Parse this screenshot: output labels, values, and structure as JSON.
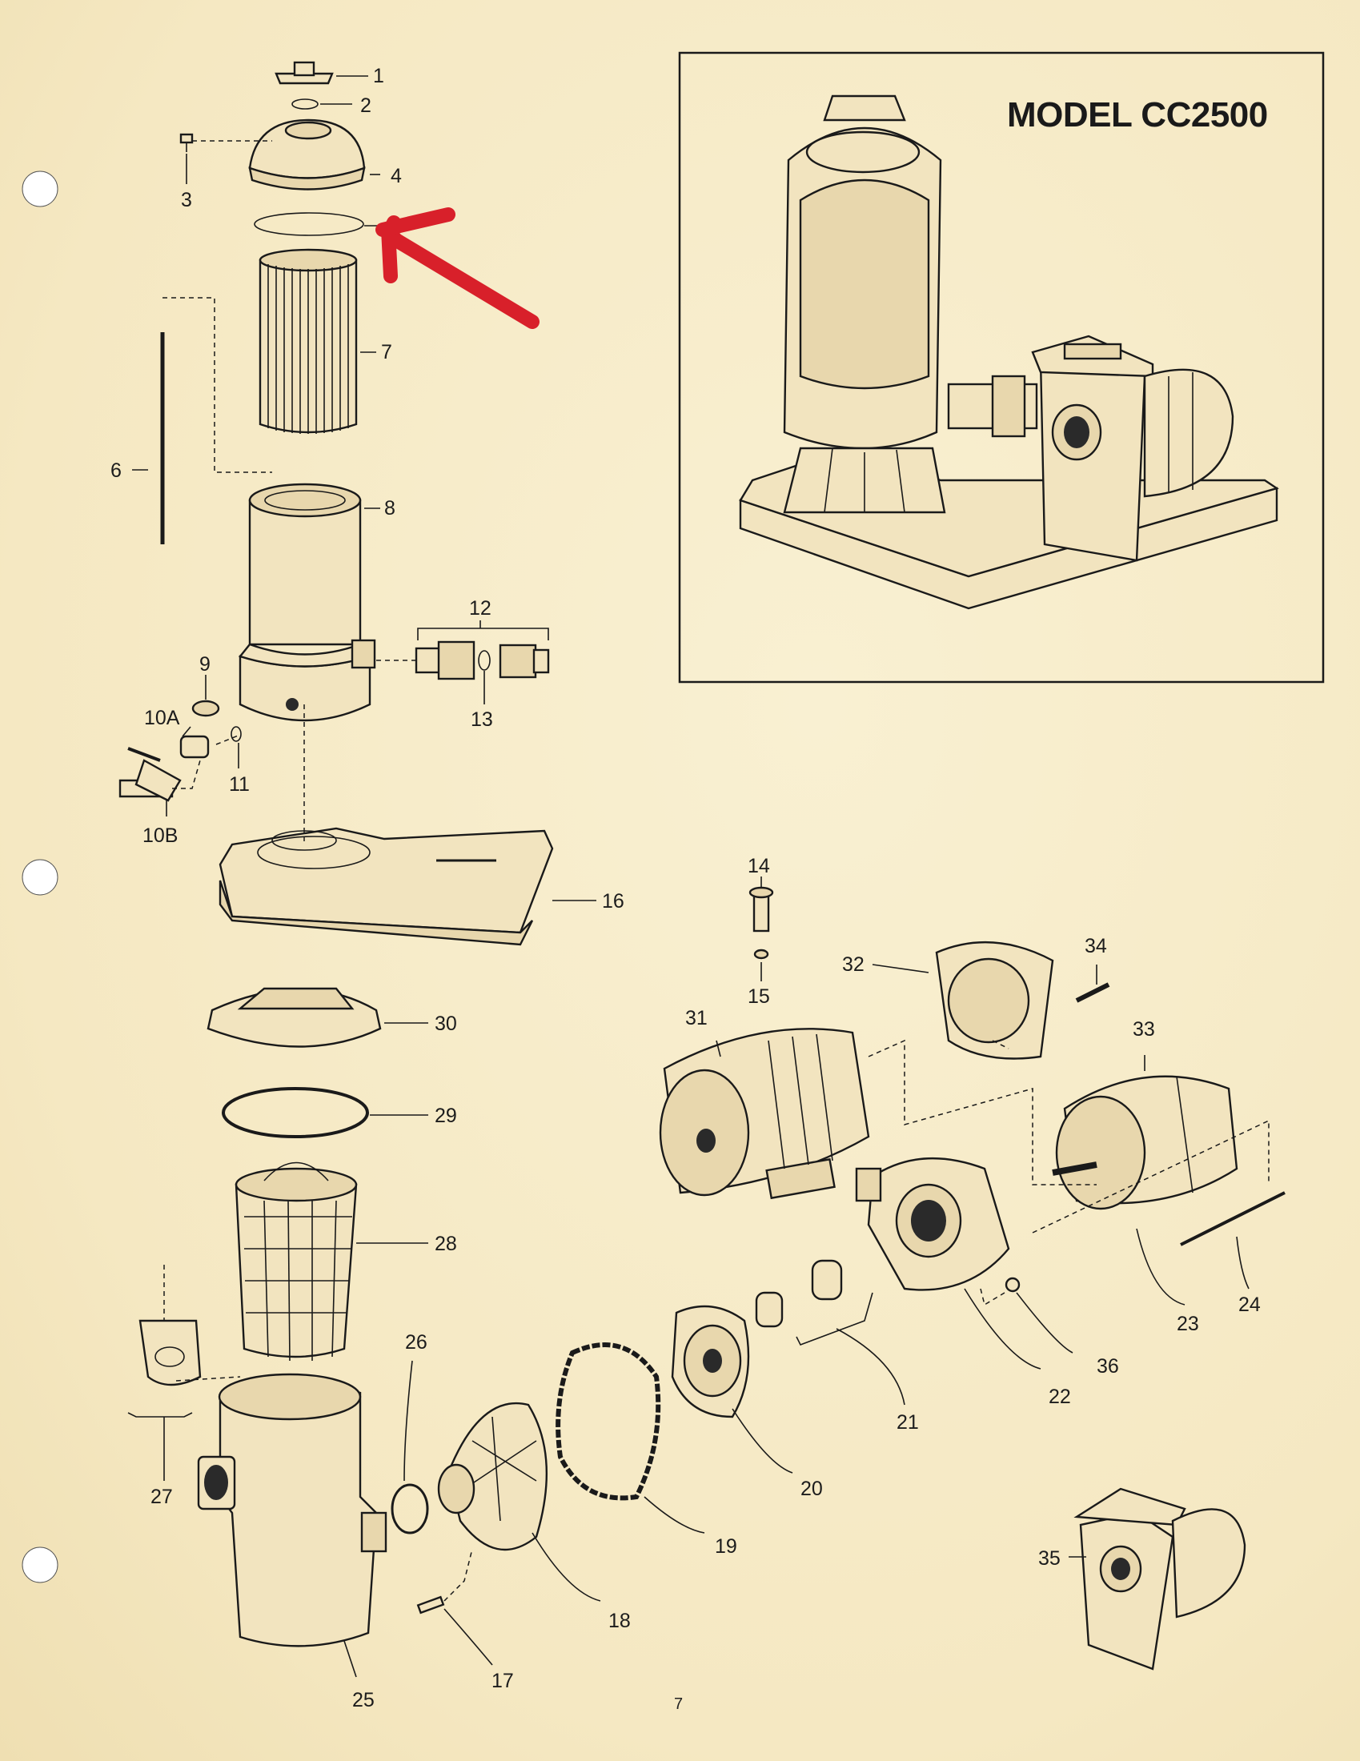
{
  "model_title": "MODEL CC2500",
  "page_number": "7",
  "callouts": [
    "1",
    "2",
    "3",
    "4",
    "6",
    "7",
    "8",
    "9",
    "10A",
    "10B",
    "11",
    "12",
    "13",
    "14",
    "15",
    "16",
    "17",
    "18",
    "19",
    "20",
    "21",
    "22",
    "23",
    "24",
    "25",
    "26",
    "27",
    "28",
    "29",
    "30",
    "31",
    "32",
    "33",
    "34",
    "35",
    "36"
  ],
  "highlight_color": "#d8202a"
}
